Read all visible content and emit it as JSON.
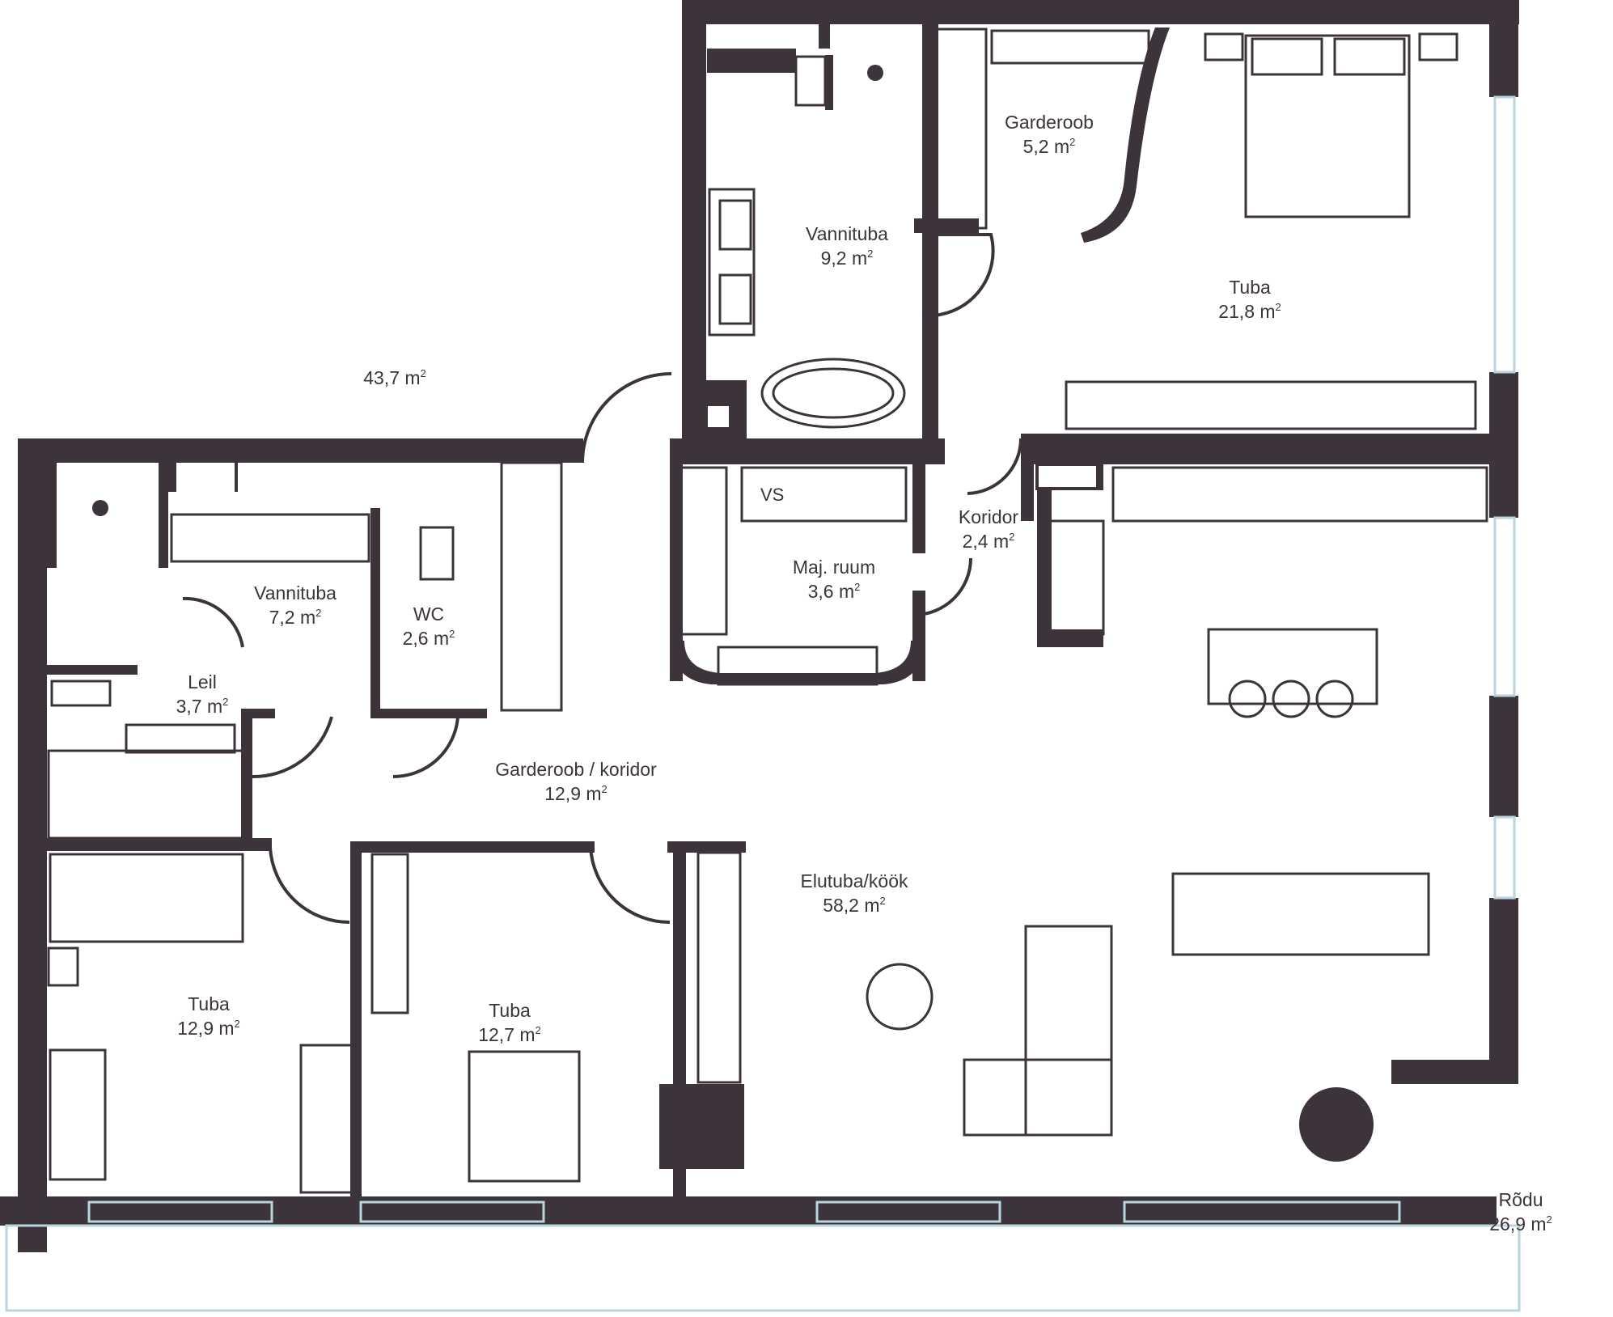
{
  "unit": "m",
  "unit_exponent": "2",
  "rooms": {
    "area_437": {
      "name": "",
      "area": "43,7"
    },
    "vannituba_92": {
      "name": "Vannituba",
      "area": "9,2"
    },
    "garderoob_52": {
      "name": "Garderoob",
      "area": "5,2"
    },
    "tuba_218": {
      "name": "Tuba",
      "area": "21,8"
    },
    "koridor_24": {
      "name": "Koridor",
      "area": "2,4"
    },
    "maj_ruum_36": {
      "name": "Maj. ruum",
      "area": "3,6"
    },
    "vannituba_72": {
      "name": "Vannituba",
      "area": "7,2"
    },
    "wc_26": {
      "name": "WC",
      "area": "2,6"
    },
    "leil_37": {
      "name": "Leil",
      "area": "3,7"
    },
    "garderoob_koridor_129": {
      "name": "Garderoob / koridor",
      "area": "12,9"
    },
    "elutuba_kook_582": {
      "name": "Elutuba/köök",
      "area": "58,2"
    },
    "tuba_129": {
      "name": "Tuba",
      "area": "12,9"
    },
    "tuba_127": {
      "name": "Tuba",
      "area": "12,7"
    },
    "rodu_269": {
      "name": "Rõdu",
      "area": "26,9"
    }
  },
  "labels": {
    "vs": "VS"
  },
  "colors": {
    "wall": "#3d343b",
    "line": "#3d343b",
    "window": "#b9d3df",
    "background": "#ffffff"
  }
}
